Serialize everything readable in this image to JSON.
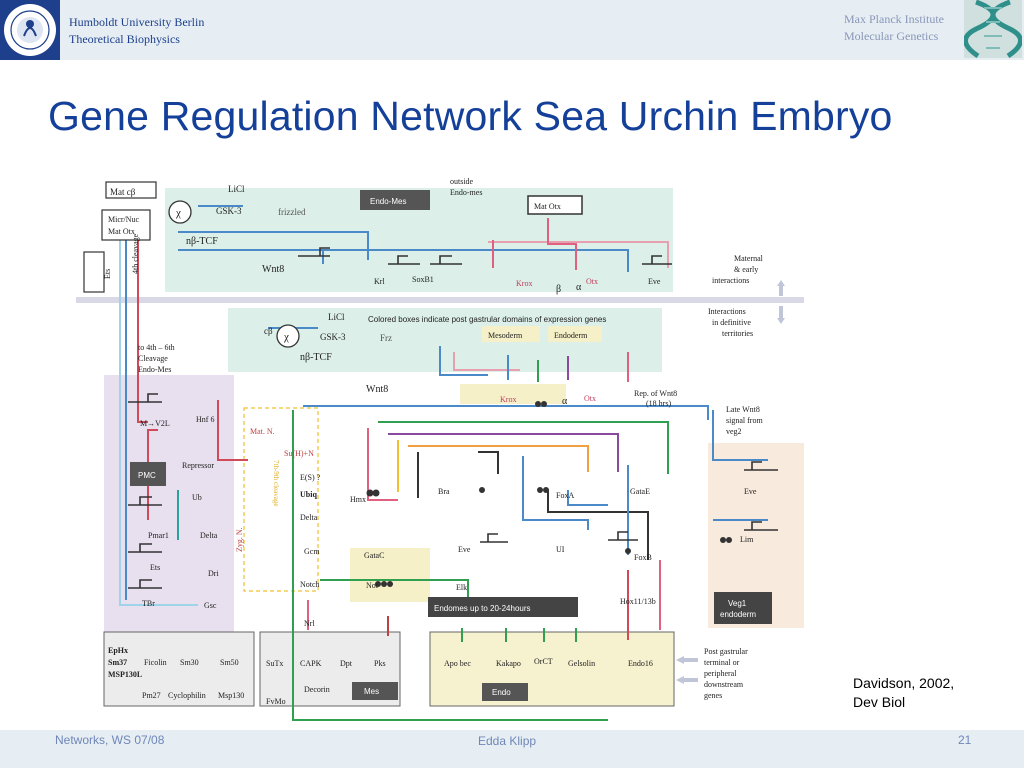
{
  "header": {
    "university_line1": "Humboldt University Berlin",
    "university_line2": "Theoretical Biophysics",
    "institute_line1": "Max Planck Institute",
    "institute_line2": "Molecular Genetics"
  },
  "title": "Gene Regulation Network Sea Urchin Embryo",
  "diagram": {
    "inputs": {
      "mat_cb": "Mat cβ",
      "micr_nuc": "Micr/Nuc",
      "mat_otx_left": "Mat Otx",
      "ets_box": "Ets",
      "licl": "LiCl",
      "gsk3": "GSK-3",
      "frizzled": "frizzled",
      "nb_tcf": "nβ-TCF",
      "chi": "χ"
    },
    "top_section": {
      "endo_mes_box": "Endo-Mes",
      "outside1": "outside",
      "outside2": "Endo-mes",
      "mat_otx_box": "Mat Otx",
      "wnt8": "Wnt8",
      "krl": "Krl",
      "soxb1": "SoxB1",
      "krox": "Krox",
      "beta": "β",
      "alpha": "α",
      "otx": "Otx",
      "eve": "Eve",
      "maternal1": "Maternal",
      "maternal2": "& early",
      "maternal3": "interactions",
      "interactions1": "Interactions",
      "interactions2": "in definitive",
      "interactions3": "territories",
      "cleavage": "4th cleavage"
    },
    "mid_section": {
      "cb": "cβ",
      "licl": "LiCl",
      "gsk3": "GSK-3",
      "frz": "Frz",
      "nb_tcf": "nβ-TCF",
      "colored_boxes": "Colored boxes indicate post gastrular domains of expression genes",
      "mesoderm": "Mesoderm",
      "endoderm": "Endoderm",
      "wnt8": "Wnt8",
      "krox": "Krox",
      "alpha": "α",
      "otx": "Otx",
      "rep_wnt8_1": "Rep. of Wnt8",
      "rep_wnt8_2": "(18 hrs)",
      "late1": "Late Wnt8",
      "late2": "signal from",
      "late3": "veg2",
      "cleav1": "to 4th – 6th",
      "cleav2": "Cleavage",
      "cleav3": "Endo-Mes"
    },
    "pmc_section": {
      "m_v2l": "M→V2L",
      "hnf6": "Hnf 6",
      "pmc": "PMC",
      "repressor": "Repressor",
      "ub": "Ub",
      "pmar1": "Pmar1",
      "delta": "Delta",
      "ets": "Ets",
      "dri": "Dri",
      "tbr": "TBr",
      "gsc": "Gsc"
    },
    "net_section": {
      "mat_n": "Mat. N.",
      "suh": "Su(H)+N",
      "es": "E(S) ?",
      "ubiq": "Ubiq",
      "delta": "Delta",
      "cleav7": "7th-9th cleavage",
      "zyg_n": "Zyg. N.",
      "hmx": "Hmx",
      "bra": "Bra",
      "foxa": "FoxA",
      "gatae": "GataE",
      "gcm": "Gcm",
      "gatac": "GataC",
      "notch": "Notch",
      "not": "Not",
      "eve": "Eve",
      "ui": "UI",
      "foxb": "FoxB",
      "elk": "Elk",
      "nrl": "Nrl",
      "hox": "Hox11/13b",
      "endomes_box": "Endomes up to 20-24hours",
      "veg1_1": "Veg1",
      "veg1_2": "endoderm",
      "eve_r": "Eve",
      "lim": "Lim"
    },
    "bottom_section": {
      "ephx": "EpHx",
      "sm37": "Sm37",
      "msp130l": "MSP130L",
      "ficolin": "Ficolin",
      "sm30": "Sm30",
      "sm50": "Sm50",
      "pm27": "Pm27",
      "cyclophilin": "Cyclophilin",
      "msp130": "Msp130",
      "sutx": "SuTx",
      "capk": "CAPK",
      "dpt": "Dpt",
      "pks": "Pks",
      "decorin": "Decorin",
      "fvmo": "FvMo",
      "mes": "Mes",
      "apo_bec": "Apo bec",
      "kakapo": "Kakapo",
      "orct": "OrCT",
      "gelsolin": "Gelsolin",
      "endo16": "Endo16",
      "endo": "Endo",
      "post1": "Post gastrular",
      "post2": "terminal or",
      "post3": "peripheral",
      "post4": "downstream",
      "post5": "genes"
    }
  },
  "citation": {
    "line1": "Davidson, 2002,",
    "line2": "Dev Biol"
  },
  "footer": {
    "left": "Networks, WS 07/08",
    "center": "Edda Klipp",
    "right": "21"
  }
}
